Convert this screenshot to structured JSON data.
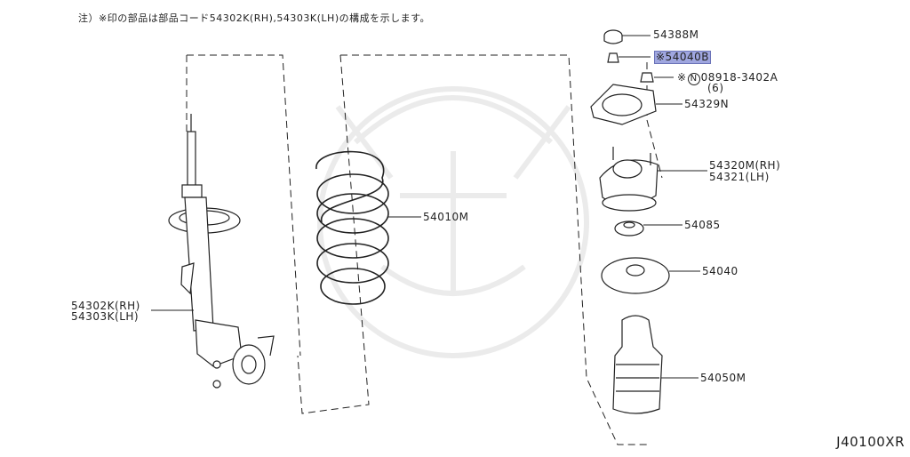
{
  "note": "注）※印の部品は部品コード54302K(RH),54303K(LH)の構成を示します。",
  "parts": {
    "p54388m": "54388M",
    "p54040b": "※54040B",
    "p08918_mark": "※",
    "p08918_circ": "N",
    "p08918": "08918-3402A",
    "p08918_qty": "(6)",
    "p54329n": "54329N",
    "p54320m": "54320M(RH)",
    "p54321": "54321(LH)",
    "p54085": "54085",
    "p54040": "54040",
    "p54050m": "54050M",
    "p54010m": "54010M",
    "p54302k": "54302K(RH)",
    "p54303k": "54303K(LH)"
  },
  "colors": {
    "line": "#222222",
    "highlight": "#9fa6df",
    "watermark": "#ebebeb"
  },
  "diagram_ref": "J40100XR"
}
